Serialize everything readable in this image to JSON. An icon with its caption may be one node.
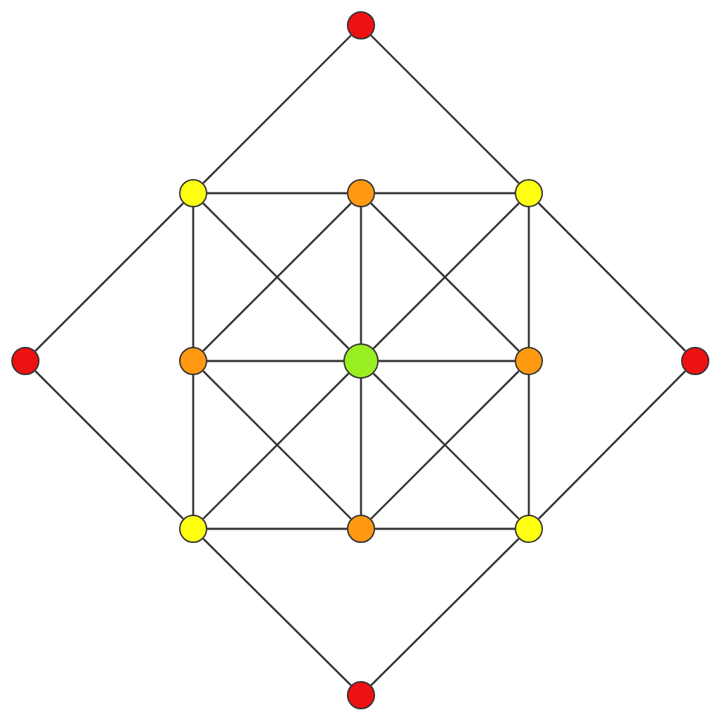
{
  "diagram": {
    "nodes": [
      {
        "text": [],
        "shape": "circle"
      },
      {
        "text": [],
        "shape": "circle"
      },
      {
        "text": [],
        "shape": "circle"
      },
      {
        "text": [],
        "shape": "circle"
      },
      {
        "text": [],
        "shape": "circle"
      },
      {
        "text": [],
        "shape": "circle"
      },
      {
        "text": [],
        "shape": "circle"
      },
      {
        "text": [],
        "shape": "circle"
      },
      {
        "text": [],
        "shape": "circle"
      },
      {
        "text": [],
        "shape": "circle"
      },
      {
        "text": [],
        "shape": "circle"
      },
      {
        "text": [],
        "shape": "circle"
      },
      {
        "text": [],
        "shape": "circle"
      }
    ],
    "edges": [
      {
        "from": 0,
        "to": 1,
        "arrow": "none"
      },
      {
        "from": 0,
        "to": 3,
        "arrow": "none"
      },
      {
        "from": 4,
        "to": 1,
        "arrow": "none"
      },
      {
        "from": 4,
        "to": 9,
        "arrow": "none"
      },
      {
        "from": 8,
        "to": 3,
        "arrow": "none"
      },
      {
        "from": 8,
        "to": 11,
        "arrow": "none"
      },
      {
        "from": 12,
        "to": 9,
        "arrow": "none"
      },
      {
        "from": 12,
        "to": 11,
        "arrow": "none"
      },
      {
        "from": 1,
        "to": 2,
        "arrow": "none"
      },
      {
        "from": 2,
        "to": 3,
        "arrow": "none"
      },
      {
        "from": 3,
        "to": 7,
        "arrow": "none"
      },
      {
        "from": 7,
        "to": 11,
        "arrow": "none"
      },
      {
        "from": 11,
        "to": 10,
        "arrow": "none"
      },
      {
        "from": 10,
        "to": 9,
        "arrow": "none"
      },
      {
        "from": 9,
        "to": 5,
        "arrow": "none"
      },
      {
        "from": 5,
        "to": 1,
        "arrow": "none"
      },
      {
        "from": 2,
        "to": 5,
        "arrow": "none"
      },
      {
        "from": 5,
        "to": 10,
        "arrow": "none"
      },
      {
        "from": 10,
        "to": 7,
        "arrow": "none"
      },
      {
        "from": 7,
        "to": 2,
        "arrow": "none"
      },
      {
        "from": 6,
        "to": 1,
        "arrow": "none"
      },
      {
        "from": 6,
        "to": 2,
        "arrow": "none"
      },
      {
        "from": 6,
        "to": 3,
        "arrow": "none"
      },
      {
        "from": 6,
        "to": 5,
        "arrow": "none"
      },
      {
        "from": 6,
        "to": 7,
        "arrow": "none"
      },
      {
        "from": 6,
        "to": 9,
        "arrow": "none"
      },
      {
        "from": 6,
        "to": 10,
        "arrow": "none"
      },
      {
        "from": 6,
        "to": 11,
        "arrow": "none"
      }
    ]
  }
}
